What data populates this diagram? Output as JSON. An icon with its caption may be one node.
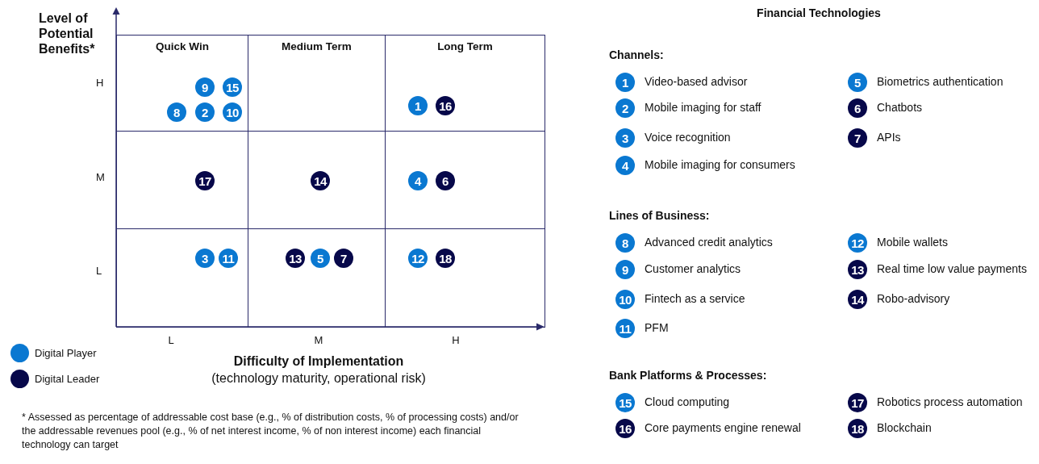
{
  "diagram": {
    "title": "Financial Technologies",
    "nodes": [
      {
        "text": [
          "Quick Win"
        ]
      },
      {
        "text": [
          "Medium Term"
        ]
      },
      {
        "text": [
          "Long Term"
        ]
      },
      {
        "text": [],
        "shape": "box"
      },
      {
        "text": [],
        "shape": "box"
      },
      {
        "text": [],
        "shape": "box"
      },
      {
        "text": [],
        "shape": "box"
      },
      {
        "text": [],
        "shape": "box"
      },
      {
        "text": [],
        "shape": "box"
      },
      {
        "text": [
          "9"
        ],
        "in": 0
      },
      {
        "text": [
          "15"
        ],
        "in": 0
      },
      {
        "text": [
          "8"
        ],
        "in": 0
      },
      {
        "text": [
          "2"
        ],
        "in": 0
      },
      {
        "text": [
          "10"
        ],
        "in": 0
      },
      {
        "text": [
          "1"
        ],
        "in": 2
      },
      {
        "text": [
          "16"
        ],
        "in": 2
      },
      {
        "text": [
          "17"
        ],
        "in": 3
      },
      {
        "text": [
          "14"
        ],
        "in": 4
      },
      {
        "text": [
          "4"
        ],
        "in": 5
      },
      {
        "text": [
          "6"
        ],
        "in": 5
      },
      {
        "text": [
          "3"
        ],
        "in": 6
      },
      {
        "text": [
          "11"
        ],
        "in": 6
      },
      {
        "text": [
          "13"
        ],
        "in": 7
      },
      {
        "text": [
          "5"
        ],
        "in": 7
      },
      {
        "text": [
          "7"
        ],
        "in": 7
      },
      {
        "text": [
          "12"
        ],
        "in": 8
      },
      {
        "text": [
          "18"
        ],
        "in": 8
      },
      {
        "text": [
          "1"
        ],
        "beside": [
          "Video-based advisor"
        ]
      },
      {
        "text": [
          "5"
        ],
        "beside": [
          "Biometrics authentication"
        ]
      },
      {
        "text": [
          "2"
        ],
        "beside": [
          "Mobile imaging for staff"
        ]
      },
      {
        "text": [
          "6"
        ],
        "beside": [
          "Chatbots"
        ]
      },
      {
        "text": [
          "3"
        ],
        "beside": [
          "Voice recognition"
        ]
      },
      {
        "text": [
          "7"
        ],
        "beside": [
          "APIs"
        ]
      },
      {
        "text": [
          "4"
        ],
        "beside": [
          "Mobile imaging for consumers"
        ]
      },
      {
        "text": [
          "8"
        ],
        "beside": [
          "Advanced credit analytics"
        ]
      },
      {
        "text": [
          "12"
        ],
        "beside": [
          "Mobile wallets"
        ]
      },
      {
        "text": [
          "9"
        ],
        "beside": [
          "Customer analytics"
        ]
      },
      {
        "text": [
          "13"
        ],
        "beside": [
          "Real time low value payments"
        ]
      },
      {
        "text": [
          "10"
        ],
        "beside": [
          "Fintech as a service"
        ]
      },
      {
        "text": [
          "14"
        ],
        "beside": [
          "Robo-advisory"
        ]
      },
      {
        "text": [
          "11"
        ],
        "beside": [
          "PFM"
        ]
      },
      {
        "text": [
          "15"
        ],
        "beside": [
          "Cloud computing"
        ]
      },
      {
        "text": [
          "17"
        ],
        "beside": [
          "Robotics process automation"
        ]
      },
      {
        "text": [
          "16"
        ],
        "beside": [
          "Core payments engine renewal"
        ]
      },
      {
        "text": [
          "18"
        ],
        "beside": [
          "Blockchain"
        ]
      }
    ],
    "labels": [
      "Level of Potential Benefits*",
      "H",
      "M",
      "L",
      "L",
      "M",
      "H",
      "Difficulty of Implementation",
      "(technology maturity, operational risk)",
      "Channels:",
      "Lines of Business:",
      "Bank Platforms & Processes:",
      "* Assessed as percentage of addressable cost base (e.g., % of distribution costs, % of processing costs) and/or the addressable revenues pool (e.g., % of net interest income, % of non interest income) each financial technology can target"
    ],
    "legend": [
      {
        "text": "Digital Player",
        "color": "#0a78d1"
      },
      {
        "text": "Digital Leader",
        "color": "#07084a"
      }
    ]
  }
}
